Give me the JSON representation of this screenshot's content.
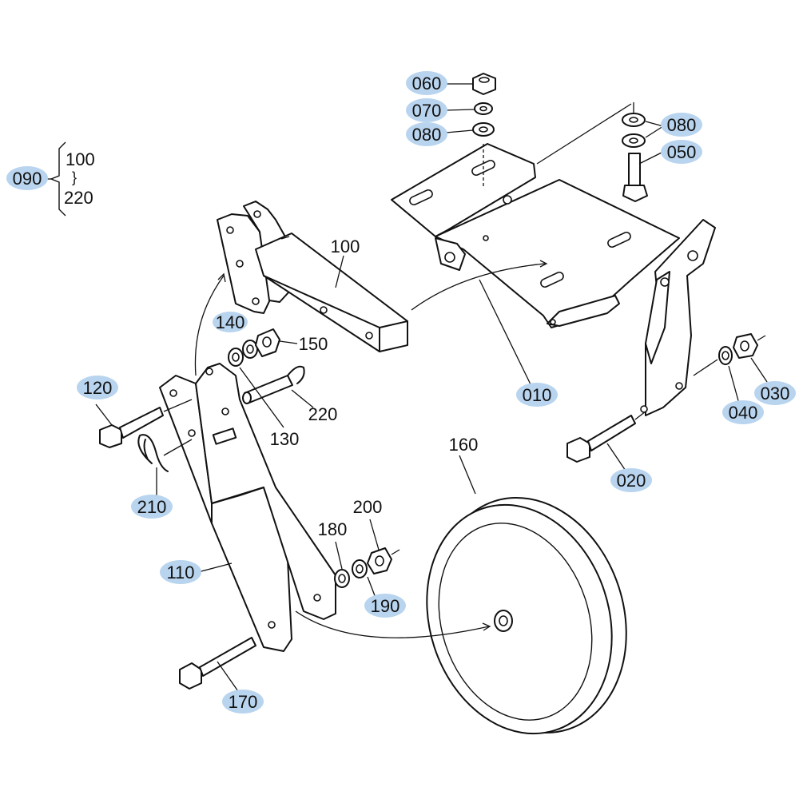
{
  "callouts": {
    "c010": "010",
    "c020": "020",
    "c030": "030",
    "c040": "040",
    "c050": "050",
    "c060": "060",
    "c070": "070",
    "c080a": "080",
    "c080b": "080",
    "c090": "090",
    "c110": "110",
    "c120": "120",
    "c140": "140",
    "c170": "170",
    "c190": "190",
    "c210": "210"
  },
  "labels": {
    "l100": "100",
    "l130": "130",
    "l150": "150",
    "l160": "160",
    "l180": "180",
    "l200": "200",
    "l220": "220"
  },
  "group_090": {
    "from": "100",
    "sep": "}",
    "to": "220"
  },
  "colors": {
    "highlight": "#b9d4ee",
    "ink": "#111111"
  }
}
